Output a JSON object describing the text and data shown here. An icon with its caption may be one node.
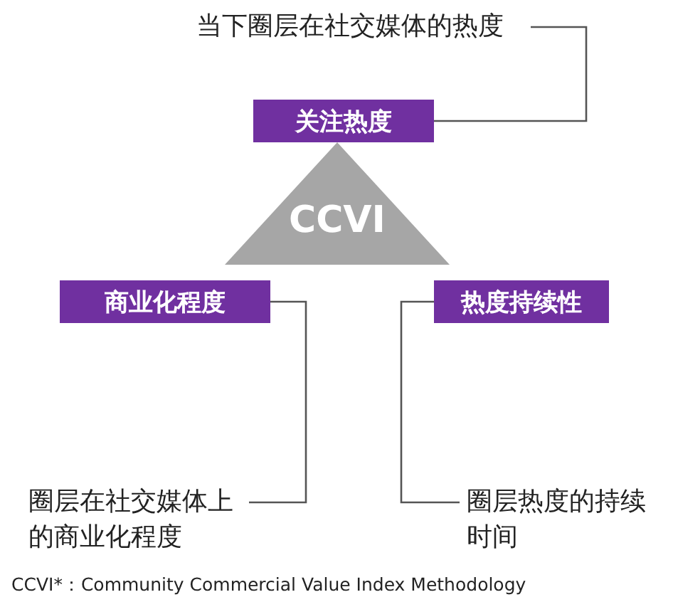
{
  "diagram": {
    "caption": "CCVI*：Community Commercial Value Index Methodology",
    "nodes": [
      {
        "text": [
          "当下圈层在社交媒体的热度"
        ]
      },
      {
        "text": [
          "关注热度"
        ]
      },
      {
        "text": [
          "CCVI"
        ]
      },
      {
        "text": [
          "商业化程度"
        ]
      },
      {
        "text": [
          "热度持续性"
        ]
      },
      {
        "text": [
          "圈层在社交媒体上的商业化程度"
        ]
      },
      {
        "text": [
          "圈层热度的持续时间"
        ]
      }
    ],
    "edges": [
      {
        "from": 0,
        "to": 1,
        "arrow": "none"
      },
      {
        "from": 3,
        "to": 5,
        "arrow": "none"
      },
      {
        "from": 4,
        "to": 6,
        "arrow": "none"
      }
    ]
  }
}
